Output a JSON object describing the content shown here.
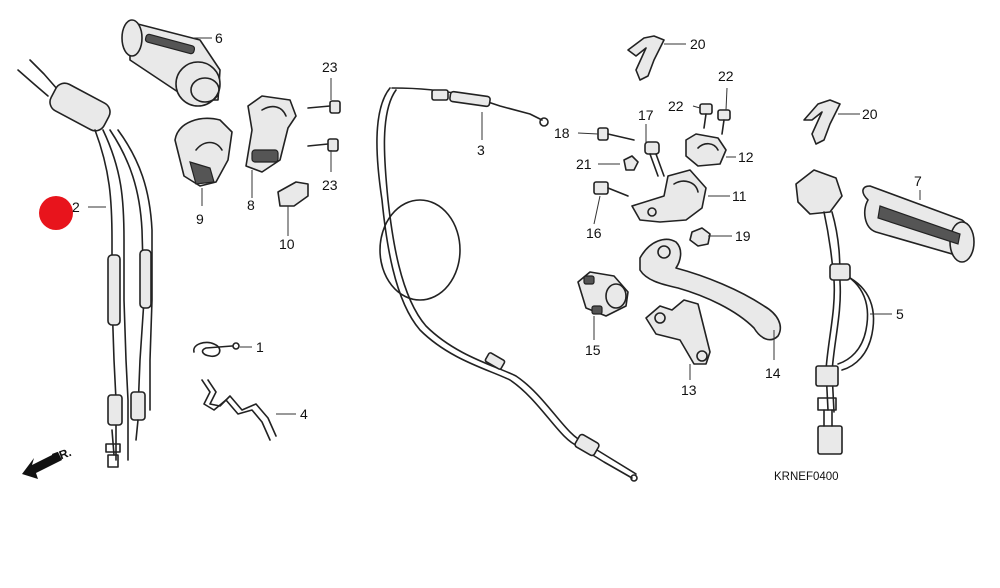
{
  "diagram": {
    "code": "KRNEF0400",
    "front_label": "FR.",
    "marker_color": "#e8141c",
    "callouts": [
      {
        "id": "c1",
        "text": "1"
      },
      {
        "id": "c2",
        "text": "2"
      },
      {
        "id": "c3",
        "text": "3"
      },
      {
        "id": "c4",
        "text": "4"
      },
      {
        "id": "c5",
        "text": "5"
      },
      {
        "id": "c6",
        "text": "6"
      },
      {
        "id": "c7",
        "text": "7"
      },
      {
        "id": "c8",
        "text": "8"
      },
      {
        "id": "c9",
        "text": "9"
      },
      {
        "id": "c10",
        "text": "10"
      },
      {
        "id": "c11",
        "text": "11"
      },
      {
        "id": "c12",
        "text": "12"
      },
      {
        "id": "c13",
        "text": "13"
      },
      {
        "id": "c14",
        "text": "14"
      },
      {
        "id": "c15",
        "text": "15"
      },
      {
        "id": "c16",
        "text": "16"
      },
      {
        "id": "c17",
        "text": "17"
      },
      {
        "id": "c18",
        "text": "18"
      },
      {
        "id": "c19",
        "text": "19"
      },
      {
        "id": "c20a",
        "text": "20"
      },
      {
        "id": "c20b",
        "text": "20"
      },
      {
        "id": "c21",
        "text": "21"
      },
      {
        "id": "c22a",
        "text": "22"
      },
      {
        "id": "c22b",
        "text": "22"
      },
      {
        "id": "c23a",
        "text": "23"
      },
      {
        "id": "c23b",
        "text": "23"
      }
    ]
  }
}
